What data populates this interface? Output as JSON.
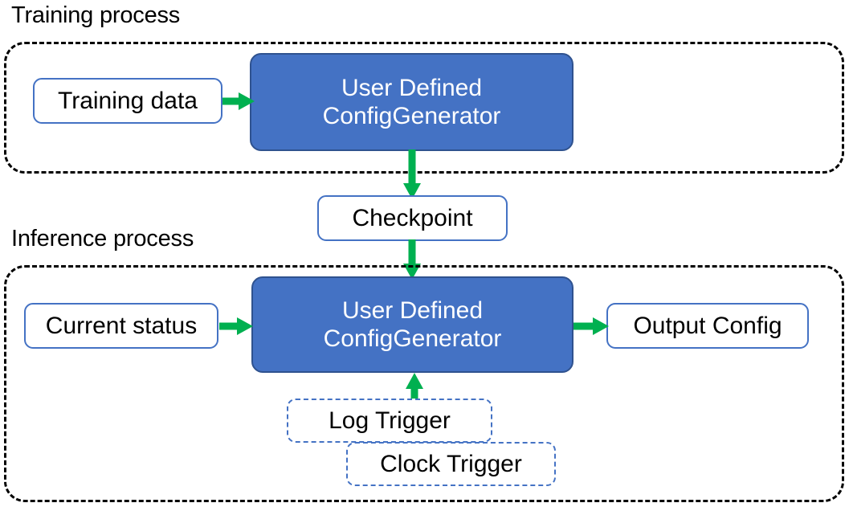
{
  "diagram": {
    "title_visible": false,
    "colors": {
      "primary_fill": "#4472C4",
      "primary_border": "#2F528F",
      "node_border": "#4472C4",
      "arrow": "#00B050",
      "container_border": "#000000",
      "text_dark": "#000000",
      "text_light": "#FFFFFF"
    },
    "sections": [
      {
        "id": "training",
        "label": "Training process"
      },
      {
        "id": "inference",
        "label": "Inference process"
      }
    ],
    "nodes": {
      "training_data": {
        "label": "Training data",
        "kind": "plain"
      },
      "train_generator": {
        "line1": "User Defined",
        "line2": "ConfigGenerator",
        "kind": "primary"
      },
      "checkpoint": {
        "label": "Checkpoint",
        "kind": "plain"
      },
      "current_status": {
        "label": "Current status",
        "kind": "plain"
      },
      "infer_generator": {
        "line1": "User Defined",
        "line2": "ConfigGenerator",
        "kind": "primary"
      },
      "output_config": {
        "label": "Output Config",
        "kind": "plain"
      },
      "log_trigger": {
        "label": "Log Trigger",
        "kind": "trigger"
      },
      "clock_trigger": {
        "label": "Clock Trigger",
        "kind": "trigger"
      }
    },
    "edges": [
      {
        "id": "e1",
        "from": "training_data",
        "to": "train_generator",
        "direction": "right"
      },
      {
        "id": "e2",
        "from": "train_generator",
        "to": "checkpoint",
        "direction": "down"
      },
      {
        "id": "e3",
        "from": "checkpoint",
        "to": "infer_generator",
        "direction": "down"
      },
      {
        "id": "e4",
        "from": "current_status",
        "to": "infer_generator",
        "direction": "right"
      },
      {
        "id": "e5",
        "from": "infer_generator",
        "to": "output_config",
        "direction": "right"
      },
      {
        "id": "e6",
        "from": "log_trigger",
        "to": "infer_generator",
        "direction": "up"
      }
    ]
  }
}
